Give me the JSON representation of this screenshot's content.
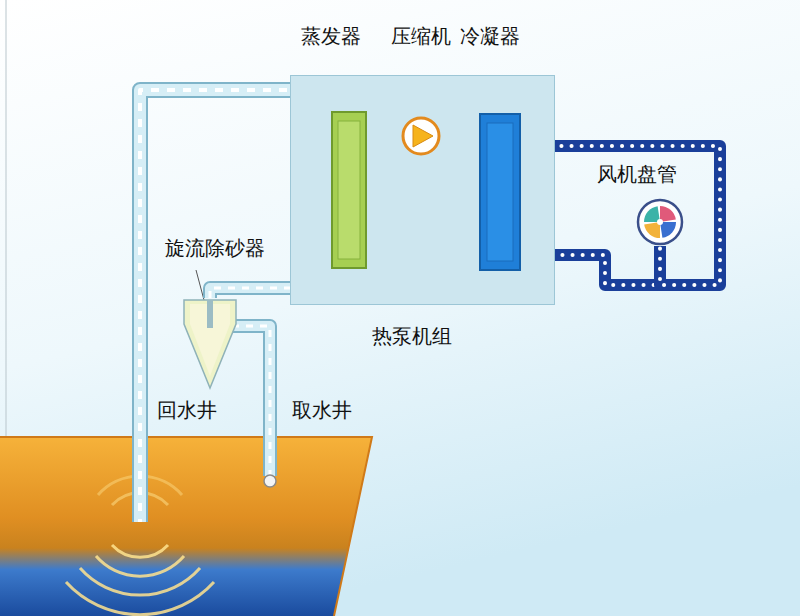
{
  "diagram": {
    "nodes": [
      {
        "text": [
          "热泵机组"
        ]
      },
      {
        "text": [
          "蒸发器"
        ],
        "in": 0
      },
      {
        "text": [
          "压缩机"
        ],
        "in": 0
      },
      {
        "text": [
          "冷凝器"
        ],
        "in": 0
      },
      {
        "text": [
          "风机盘管"
        ]
      },
      {
        "text": [
          "旋流除砂器"
        ]
      }
    ],
    "edges": [
      {
        "from": 1,
        "to": 2,
        "arrow": "none"
      },
      {
        "from": 2,
        "to": 3,
        "arrow": "none"
      },
      {
        "from": 3,
        "to": 1,
        "arrow": "none"
      },
      {
        "from": 3,
        "to": 4,
        "arrow": "none"
      },
      {
        "from": 5,
        "to": 1,
        "arrow": "none"
      }
    ],
    "labels": [
      "回水井",
      "取水井"
    ]
  }
}
